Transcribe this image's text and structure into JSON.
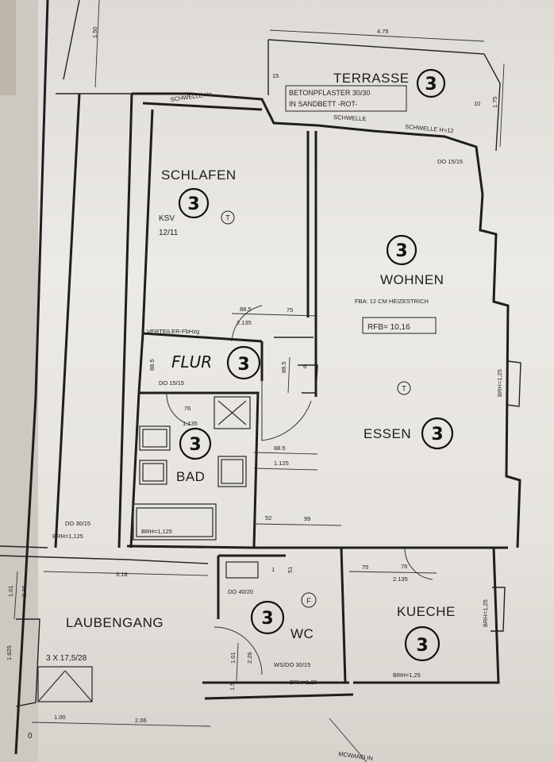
{
  "rooms": {
    "terrasse": {
      "name": "TERRASSE",
      "material_line1": "BETONPFLASTER 30/30",
      "material_line2": "IN SANDBETT -ROT-",
      "badge": "3"
    },
    "schlafen": {
      "name": "SCHLAFEN",
      "badge": "3",
      "ksv": "KSV",
      "ksv_value": "12/11",
      "marker": "T"
    },
    "wohnen": {
      "name": "WOHNEN",
      "badge": "3",
      "fba": "FBA: 12 CM HEIZESTRICH",
      "rfb": "RFB= 10,16",
      "marker": "T"
    },
    "essen": {
      "name": "ESSEN",
      "badge": "3"
    },
    "flur": {
      "name": "FLUR",
      "badge": "3",
      "verteiler": "VERTEILER-FbHzg"
    },
    "bad": {
      "name": "BAD",
      "badge": "3",
      "brh": "BRH=1,125"
    },
    "laubengang": {
      "name": "LAUBENGANG",
      "stairs": "3 X 17,5/28"
    },
    "wc": {
      "name": "WC",
      "badge": "3",
      "marker": "F"
    },
    "kueche": {
      "name": "KUECHE",
      "badge": "3"
    }
  },
  "labels": {
    "schwelle_top": "SCHWELLE H=",
    "schwelle_terr": "SCHWELLE",
    "schwelle_right": "SCHWELLE H=12",
    "do_1515_top": "DO 15/15",
    "do_1515_flur": "DO 15/15",
    "do_3015": "DO 30/15",
    "do_4020": "DO 40/20",
    "ws_do": "WS/DO 30/15",
    "brh_125_right": "BRH=1,25",
    "brh_125_kueche": "BRH=1,25",
    "brh_125_bottom_k": "BRH=1,25",
    "brh_125_wc": "BRH=1,25",
    "brh_1125_left": "BRH=1,125",
    "mcwand": "MCWAND IN",
    "zero": "0",
    "vertical_75": "75",
    "d_3": "3"
  },
  "dims": {
    "top_475": "4.75",
    "left_150": "1.50",
    "right_175": "1.75",
    "d_885_a": "88.5",
    "d_2135_a": "2.135",
    "d_75_a": "75",
    "d_885_b": "88.5",
    "d_885_c": "88.5",
    "d_6": "6",
    "d_76": "76",
    "d_135": "1.135",
    "d_885_d": "88.5",
    "d_1125": "1.125",
    "d_52": "52",
    "d_99": "99",
    "d_75_k": "75",
    "d_76_k": "76",
    "d_2135_k": "2.135",
    "d_318": "3.18",
    "d_101": "1.01",
    "d_226": "2.26",
    "d_1625": "1.625",
    "d_100": "1.00",
    "d_206": "2.06",
    "d_101_wc": "1.01",
    "d_226_wc": "2.26",
    "d_1_wc": "1",
    "d_51": "51",
    "d_15": "1.5",
    "d_15_top": "15",
    "d_10": "10"
  }
}
